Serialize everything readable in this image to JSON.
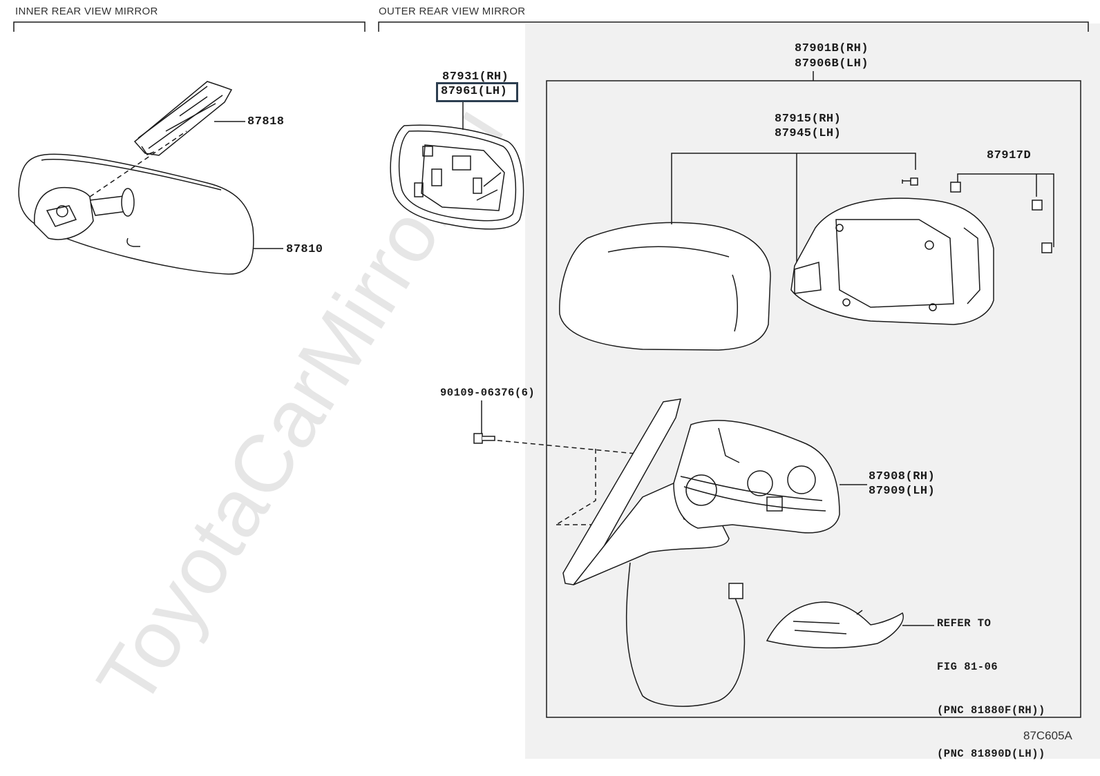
{
  "sections": {
    "inner": {
      "title": "INNER REAR VIEW MIRROR"
    },
    "outer": {
      "title": "OUTER REAR VIEW MIRROR"
    }
  },
  "watermark": "ToyotaCarMirror.ru",
  "labels": {
    "p87818": "87818",
    "p87810": "87810",
    "p87931": "87931(RH)",
    "p87961": "87961(LH)",
    "p87901b": "87901B(RH)",
    "p87906b": "87906B(LH)",
    "p87915": "87915(RH)",
    "p87945": "87945(LH)",
    "p87917d": "87917D",
    "p90109": "90109-06376(6)",
    "p87908": "87908(RH)",
    "p87909": "87909(LH)"
  },
  "refer": {
    "line1": "REFER TO",
    "line2": "FIG 81-06",
    "line3": "(PNC 81880F(RH))",
    "line4": "(PNC 81890D(LH))"
  },
  "figure_code": "87C605A",
  "colors": {
    "highlight_border": "#2c3e50",
    "panel": "#f1f1f1",
    "line": "#1a1a1a"
  }
}
